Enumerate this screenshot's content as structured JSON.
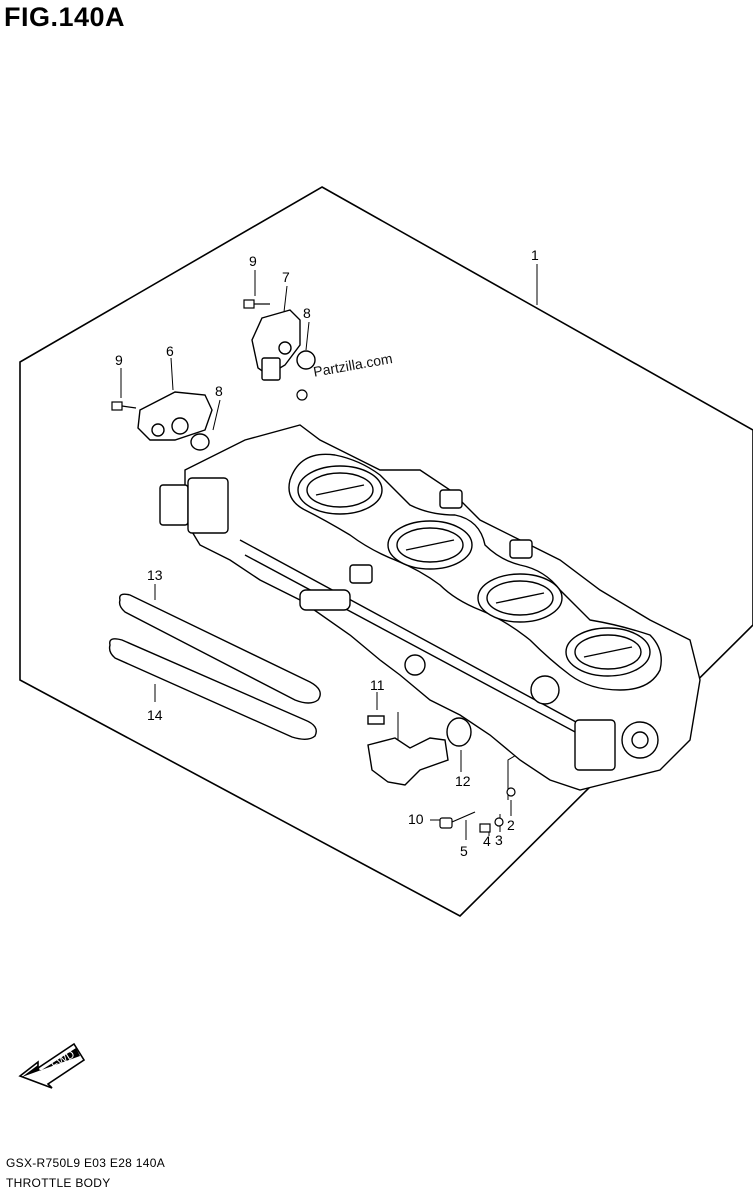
{
  "figure": {
    "title": "FIG.140A",
    "watermark": "Partzilla.com",
    "model_code": "GSX-R750L9  E03  E28  140A",
    "caption": "THROTTLE BODY",
    "direction_label": "FWD"
  },
  "callouts": [
    {
      "id": "c1",
      "label": "1"
    },
    {
      "id": "c2",
      "label": "2"
    },
    {
      "id": "c3",
      "label": "3"
    },
    {
      "id": "c4",
      "label": "4"
    },
    {
      "id": "c5",
      "label": "5"
    },
    {
      "id": "c6",
      "label": "6"
    },
    {
      "id": "c7",
      "label": "7"
    },
    {
      "id": "c8a",
      "label": "8"
    },
    {
      "id": "c8b",
      "label": "8"
    },
    {
      "id": "c9a",
      "label": "9"
    },
    {
      "id": "c9b",
      "label": "9"
    },
    {
      "id": "c10",
      "label": "10"
    },
    {
      "id": "c11",
      "label": "11"
    },
    {
      "id": "c12",
      "label": "12"
    },
    {
      "id": "c13",
      "label": "13"
    },
    {
      "id": "c14",
      "label": "14"
    }
  ]
}
